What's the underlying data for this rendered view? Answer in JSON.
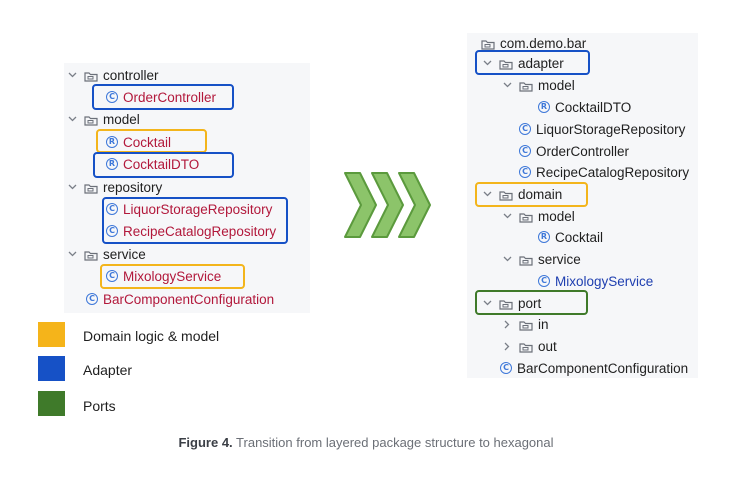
{
  "colors": {
    "domain_yellow": "#f5b41a",
    "adapter_blue": "#1651c6",
    "ports_green": "#3f7a2a",
    "arrow_green": "#8cc46a",
    "class_red": "#b2183b",
    "class_blue": "#1f3fb0"
  },
  "left_tree": {
    "controller": "controller",
    "order_controller": "OrderController",
    "model": "model",
    "cocktail": "Cocktail",
    "cocktail_dto": "CocktailDTO",
    "repository": "repository",
    "liquor_storage_repository": "LiquorStorageRepository",
    "recipe_catalog_repository": "RecipeCatalogRepository",
    "service": "service",
    "mixology_service": "MixologyService",
    "bar_component_configuration": "BarComponentConfiguration"
  },
  "right_tree": {
    "root": "com.demo.bar",
    "adapter": "adapter",
    "model": "model",
    "cocktail_dto": "CocktailDTO",
    "liquor_storage_repository": "LiquorStorageRepository",
    "order_controller": "OrderController",
    "recipe_catalog_repository": "RecipeCatalogRepository",
    "domain": "domain",
    "domain_model": "model",
    "cocktail": "Cocktail",
    "service": "service",
    "mixology_service": "MixologyService",
    "port": "port",
    "in": "in",
    "out": "out",
    "bar_component_configuration": "BarComponentConfiguration"
  },
  "badges": {
    "class": "C",
    "record": "R"
  },
  "legend": {
    "domain": "Domain logic & model",
    "adapter": "Adapter",
    "ports": "Ports"
  },
  "caption": {
    "label": "Figure 4.",
    "text": " Transition from layered package structure to hexagonal"
  }
}
